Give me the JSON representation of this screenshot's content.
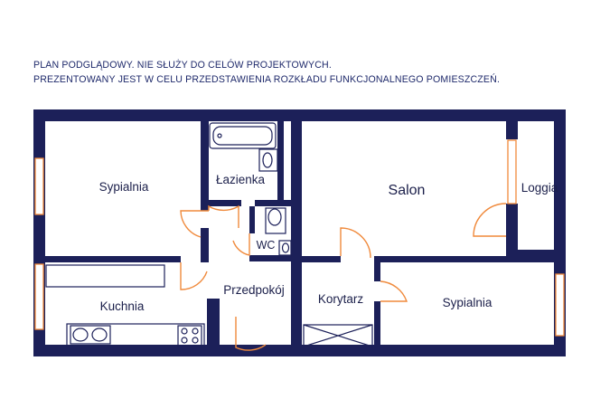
{
  "notice": {
    "line1": "PLAN PODGLĄDOWY. NIE SŁUŻY DO CELÓW PROJEKTOWYCH.",
    "line2": "PREZENTOWANY JEST W CELU PRZEDSTAWIENIA ROZKŁADU FUNKCJONALNEGO POMIESZCZEŃ."
  },
  "rooms": {
    "bedroom_left": "Sypialnia",
    "bathroom": "Łazienka",
    "living_room": "Salon",
    "loggia": "Loggia",
    "wc": "WC",
    "kitchen": "Kuchnia",
    "hallway": "Przedpokój",
    "corridor": "Korytarz",
    "bedroom_right": "Sypialnia"
  },
  "colors": {
    "wall": "#1c2059",
    "door": "#f08a3c",
    "window": "#f08a3c",
    "text": "#1b1f4a"
  }
}
